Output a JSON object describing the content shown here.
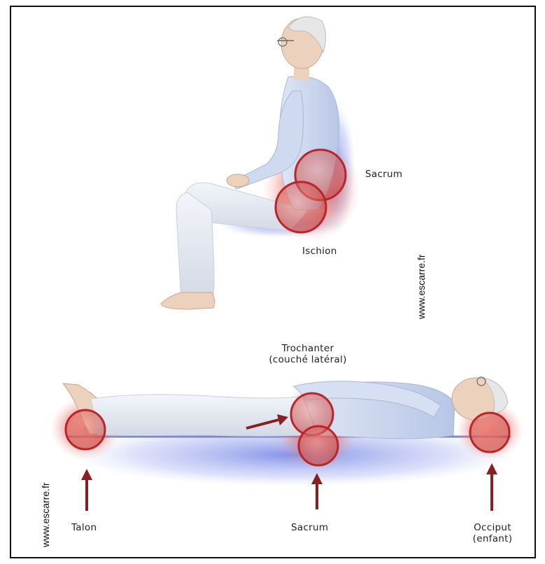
{
  "labels": {
    "sacrum_seated": "Sacrum",
    "ischion": "Ischion",
    "trochanter_line1": "Trochanter",
    "trochanter_line2": "(couché latéral)",
    "talon": "Talon",
    "sacrum_lying": "Sacrum",
    "occiput_line1": "Occiput",
    "occiput_line2": "(enfant)"
  },
  "watermarks": {
    "top": "www.escarre.fr",
    "bottom": "www.escarre.fr"
  },
  "colors": {
    "pressure_red": "#c0282c",
    "shirt_blue": "#c9d6ee",
    "trousers": "#e8ebf2",
    "skin": "#ecd2bd",
    "surface_glow": "#6f7fe6"
  }
}
